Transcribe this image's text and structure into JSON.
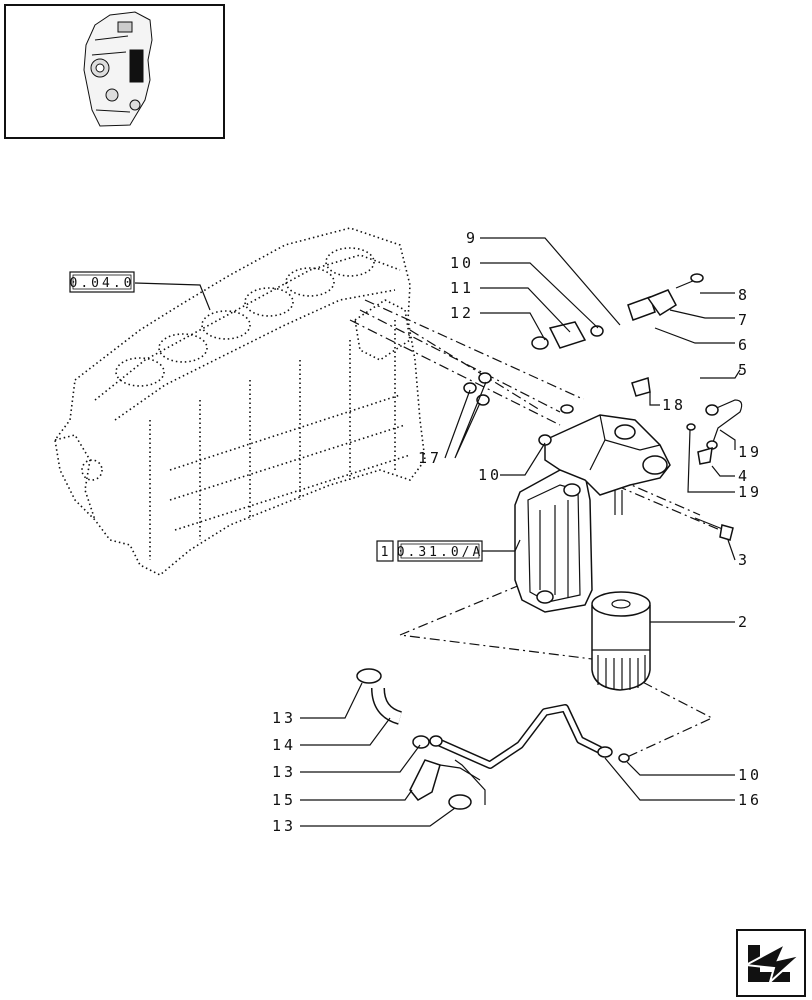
{
  "callouts": {
    "c1": "1",
    "c2": "2",
    "c3": "3",
    "c4": "4",
    "c5": "5",
    "c6": "6",
    "c7": "7",
    "c8": "8",
    "c9": "9",
    "c10a": "10",
    "c10b": "10",
    "c10c": "10",
    "c11": "11",
    "c12": "12",
    "c13a": "13",
    "c13b": "13",
    "c13c": "13",
    "c14": "14",
    "c15": "15",
    "c16": "16",
    "c17": "17",
    "c18": "18",
    "c19a": "19",
    "c19b": "19"
  },
  "references": {
    "block_ref": "0.04.0",
    "cooler_ref": "0.31.0/A"
  },
  "icons": {
    "thumbnail": "engine-thumbnail-icon",
    "next": "next-page-arrow-icon"
  }
}
